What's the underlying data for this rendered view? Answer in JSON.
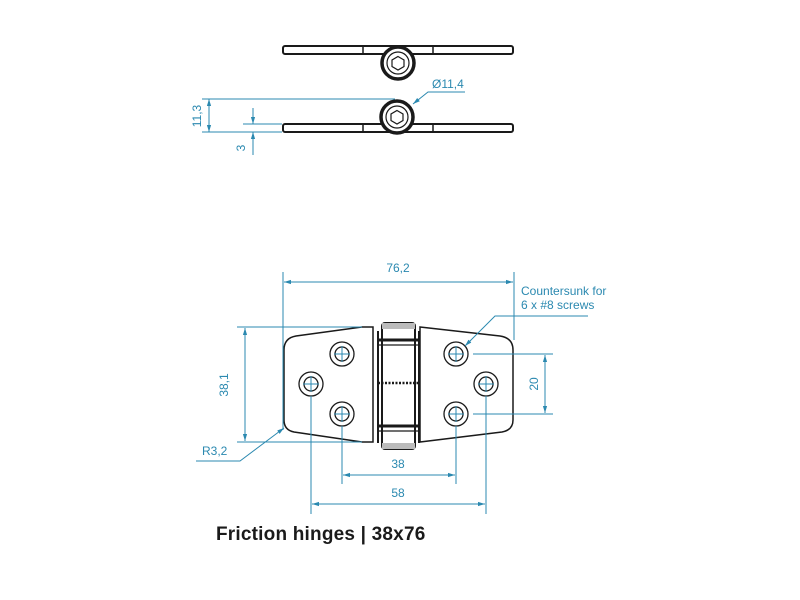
{
  "title": "Friction hinges | 38x76",
  "colors": {
    "dimension": "#2b89b0",
    "outline": "#1a1a1a"
  },
  "dimensions": {
    "knuckle_diameter": "Ø11,4",
    "height_open": "11,3",
    "leaf_thickness": "3",
    "overall_length": "76,2",
    "overall_width": "38,1",
    "hole_spacing_vertical": "20",
    "hole_spacing_inner": "38",
    "hole_spacing_outer": "58",
    "corner_radius": "R3,2"
  },
  "notes": {
    "countersunk_line1": "Countersunk for",
    "countersunk_line2": "6 x #8 screws"
  }
}
